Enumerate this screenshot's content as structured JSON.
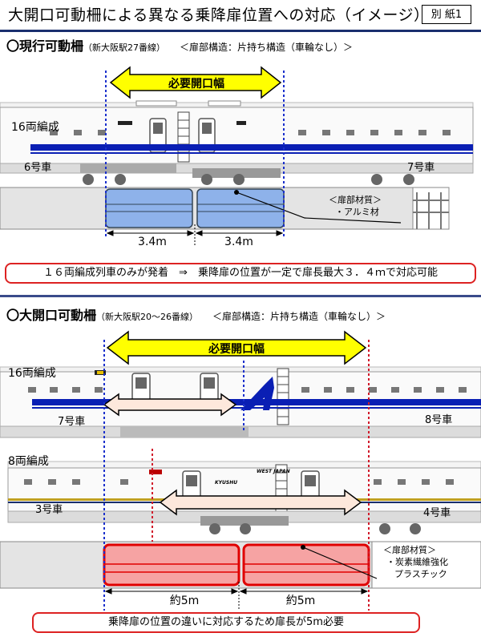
{
  "header": {
    "title": "大開口可動柵による異なる乗降扉位置への対応（イメージ）",
    "appendix_label": "別 紙1"
  },
  "section1": {
    "heading": "〇現行可動柵",
    "station": "（新大阪駅27番線）",
    "structure": "＜扉部構造：片持ち構造（車輪なし）＞",
    "opening_label": "必要開口幅",
    "formation": "16両編成",
    "car_left": "6号車",
    "car_right": "7号車",
    "material_heading": "＜扉部材質＞",
    "material": "・アルミ材",
    "width_left": "3.4m",
    "width_right": "3.4m",
    "note": "１６両編成列車のみが発着　⇒　乗降扉の位置が一定で扉長最大３．４ｍで対応可能"
  },
  "section2": {
    "heading": "〇大開口可動柵",
    "station": "（新大阪駅20～26番線）",
    "structure": "＜扉部構造：片持ち構造（車輪なし）＞",
    "opening_label": "必要開口幅",
    "formation_16": "16両編成",
    "car_16_left": "7号車",
    "car_16_right": "8号車",
    "formation_8": "8両編成",
    "car_8_left": "3号車",
    "car_8_right": "4号車",
    "livery_text_1": "KYUSHU",
    "livery_text_2": "WEST JAPAN",
    "material_heading": "＜扉部材質＞",
    "material_line1": "・炭素繊維強化",
    "material_line2": "プラスチック",
    "width_left": "約5m",
    "width_right": "約5m",
    "note": "乗降扉の位置の違いに対応するため扉長が5m必要"
  },
  "colors": {
    "arrow_yellow": "#ffff00",
    "blue_door": "#8eb2ea",
    "red_door": "#f6a3a3",
    "red_border": "#e00000",
    "stripe_blue": "#0a1fb4",
    "dotted_blue": "#1a2fcc",
    "dotted_red": "#d11a2a",
    "callout_border": "#dd2222"
  }
}
